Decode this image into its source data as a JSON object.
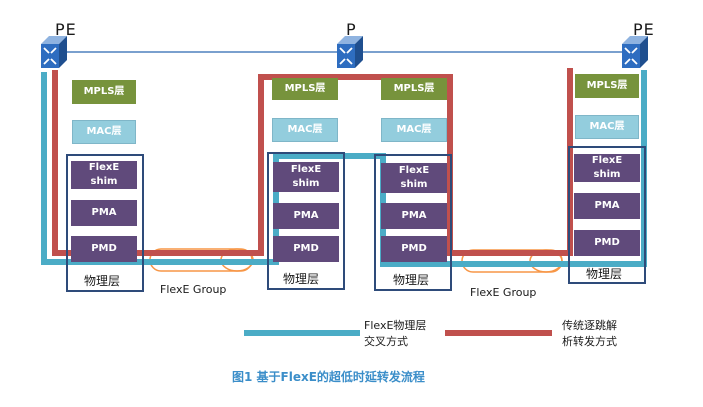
{
  "nodes": {
    "pe_left": "PE",
    "p_center": "P",
    "pe_right": "PE"
  },
  "layers": {
    "mpls": "MPLS层",
    "mac": "MAC层",
    "flexe_shim_line1": "FlexE",
    "flexe_shim_line2": "shim",
    "pma": "PMA",
    "pmd": "PMD",
    "physical": "物理层"
  },
  "flexe_group": "FlexE Group",
  "legend": {
    "flexe": {
      "line1": "FlexE物理层",
      "line2": "交叉方式",
      "color": "#4bacc6"
    },
    "traditional": {
      "line1": "传统逐跳解",
      "line2": "析转发方式",
      "color": "#c0504d"
    }
  },
  "caption": "图1 基于FlexE的超低时延转发流程",
  "colors": {
    "mpls": "#77933c",
    "mac": "#93cddd",
    "sublayer": "#604a7b",
    "frame": "#2e4b7a",
    "group_oval": "#f79646",
    "link": "#4f81bd"
  },
  "icons": [
    "router-icon"
  ]
}
